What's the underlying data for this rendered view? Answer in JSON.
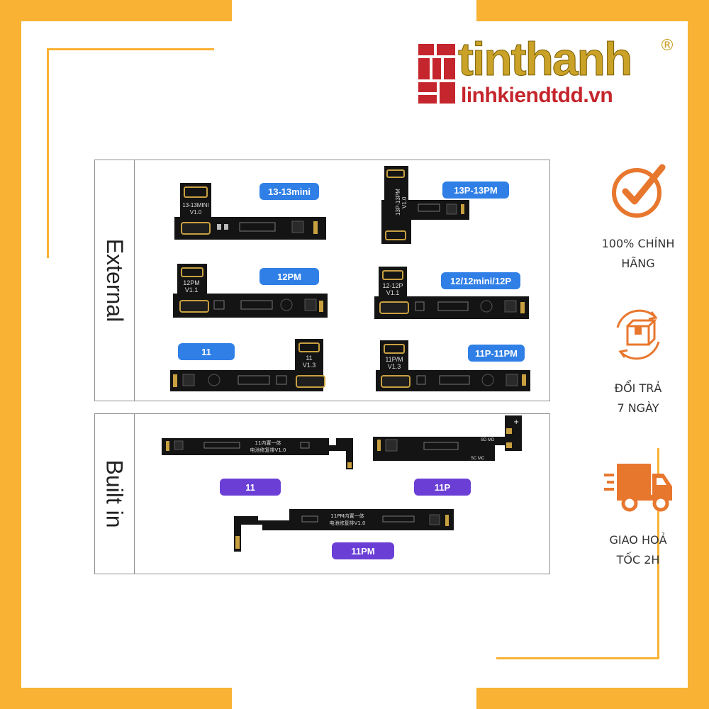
{
  "brand": {
    "name": "tinthanh",
    "registered_mark": "®",
    "website": "linhkiendtdd.vn",
    "colors": {
      "gold": "#c9a227",
      "red": "#c5252c",
      "frame": "#f9b233",
      "accent_orange": "#e8772e"
    }
  },
  "panels": {
    "external": {
      "label": "External",
      "boards": [
        {
          "silk_top": "13-13MINI",
          "silk_bottom": "V1.0",
          "tag": "13-13mini"
        },
        {
          "silk_top": "13P-13PM",
          "silk_bottom": "V1.0",
          "tag": "13P-13PM"
        },
        {
          "silk_top": "12PM",
          "silk_bottom": "V1.1",
          "tag": "12PM"
        },
        {
          "silk_top": "12-12P",
          "silk_bottom": "V1.1",
          "tag": "12/12mini/12P"
        },
        {
          "silk_top": "11",
          "silk_bottom": "V1.3",
          "tag": "11"
        },
        {
          "silk_top": "11P/M",
          "silk_bottom": "V1.3",
          "tag": "11P-11PM"
        }
      ]
    },
    "built_in": {
      "label": "Built in",
      "boards": [
        {
          "silk_top": "11内置一体",
          "silk_bottom": "电池修复排V1.0",
          "tag": "11"
        },
        {
          "silk_top": "SD   MD",
          "silk_bottom": "SC MC",
          "tag": "11P"
        },
        {
          "silk_top": "11PM内置一体",
          "silk_bottom": "电池修复排V1.0",
          "tag": "11PM"
        }
      ]
    },
    "tag_colors": {
      "external": "#2f7fe6",
      "built_in": "#6b3fd6"
    }
  },
  "features": [
    {
      "icon": "checkmark-circle-icon",
      "line1": "100% CHÍNH",
      "line2": "HÃNG"
    },
    {
      "icon": "box-return-icon",
      "line1": "ĐỔI TRẢ",
      "line2": "7 NGÀY"
    },
    {
      "icon": "delivery-truck-icon",
      "line1": "GIAO HOẢ",
      "line2": "TỐC 2H"
    }
  ]
}
